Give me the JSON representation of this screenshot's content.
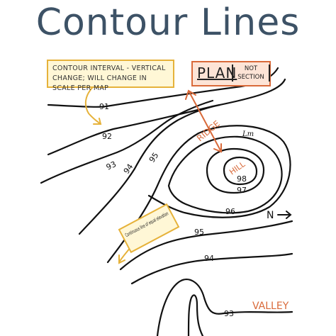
{
  "title": "Contour Lines",
  "contour_interval_note": "Contour interval - vertical change; will change in scale per map",
  "plan": {
    "word": "PLAN",
    "not_section": "NOT SECTION"
  },
  "ridge_label": "RIDGE",
  "hill_label": "HILL",
  "valley_label": "VALLEY",
  "north_label": "N",
  "continuous_note": "Continuous line of equal elevation",
  "signature": "Lm",
  "contour_labels": {
    "c91": "91",
    "c92": "92",
    "c93a": "93",
    "c94a": "94",
    "c95a": "95",
    "c96": "96",
    "c97": "97",
    "c98": "98",
    "c95b": "95",
    "c94b": "94",
    "c93b": "93"
  },
  "colors": {
    "title": "#3d5266",
    "highlight_yellow": "#e6b23a",
    "accent_orange": "#d96a3a",
    "ink": "#111111"
  }
}
